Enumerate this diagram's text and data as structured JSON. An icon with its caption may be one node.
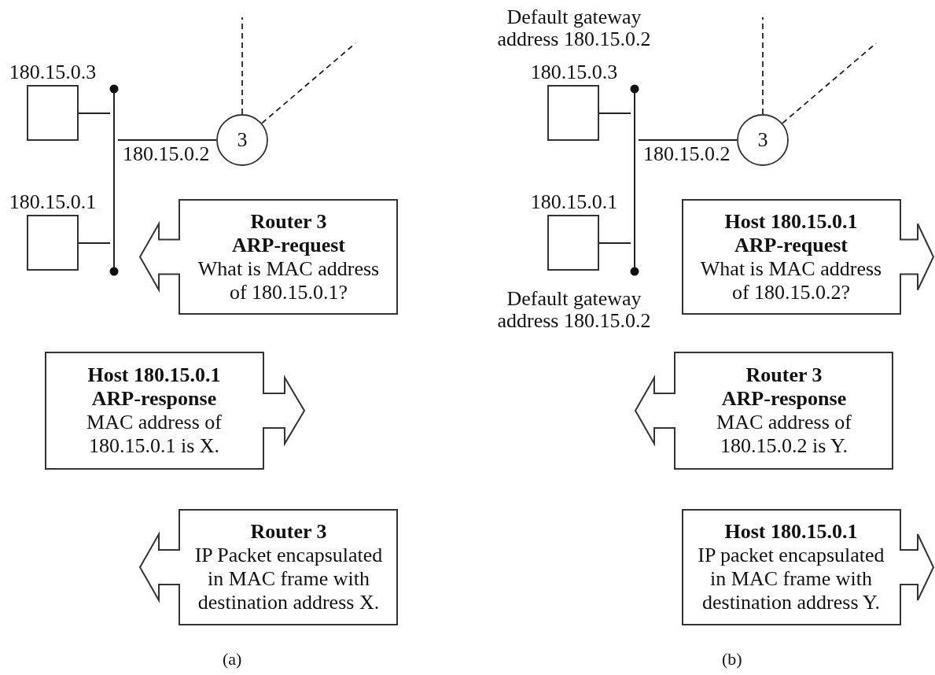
{
  "diagram": {
    "nodes": [
      {
        "text": [
          "180.15.0.3"
        ]
      },
      {
        "text": [
          "180.15.0.1"
        ]
      },
      {
        "text": [],
        "shape": "bar"
      },
      {
        "text": [
          "3"
        ]
      },
      {
        "text": [
          "Router 3",
          "ARP-request",
          "What is MAC address of 180.15.0.1?"
        ]
      },
      {
        "text": [
          "Host 180.15.0.1",
          "ARP-response",
          "MAC address of 180.15.0.1 is X."
        ]
      },
      {
        "text": [
          "Router 3",
          "IP Packet encapsulated in MAC frame with destination address X."
        ]
      },
      {
        "text": [
          "180.15.0.3"
        ],
        "beside": [
          "Default gateway address 180.15.0.2"
        ]
      },
      {
        "text": [
          "180.15.0.1"
        ],
        "beside": [
          "Default gateway address 180.15.0.2"
        ]
      },
      {
        "text": [],
        "shape": "bar"
      },
      {
        "text": [
          "3"
        ]
      },
      {
        "text": [
          "Host 180.15.0.1",
          "ARP-request",
          "What is MAC address of 180.15.0.2?"
        ]
      },
      {
        "text": [
          "Router 3",
          "ARP-response",
          "MAC address of 180.15.0.2 is Y."
        ]
      },
      {
        "text": [
          "Host 180.15.0.1",
          "IP packet encapsulated in MAC frame with destination address Y."
        ]
      }
    ],
    "edges": [
      {
        "from": 0,
        "to": 2,
        "arrow": "none"
      },
      {
        "from": 1,
        "to": 2,
        "arrow": "none"
      },
      {
        "from": 2,
        "to": 3,
        "arrow": "none",
        "label": "180.15.0.2"
      },
      {
        "from": 3,
        "to": null,
        "arrow": "none",
        "style": "dashed"
      },
      {
        "from": 3,
        "to": null,
        "arrow": "none",
        "style": "dashed"
      },
      {
        "from": 7,
        "to": 9,
        "arrow": "none"
      },
      {
        "from": 8,
        "to": 9,
        "arrow": "none"
      },
      {
        "from": 9,
        "to": 10,
        "arrow": "none",
        "label": "180.15.0.2"
      },
      {
        "from": 10,
        "to": null,
        "arrow": "none",
        "style": "dashed"
      },
      {
        "from": 10,
        "to": null,
        "arrow": "none",
        "style": "dashed"
      }
    ],
    "labels": [
      "(a)",
      "(b)"
    ]
  }
}
